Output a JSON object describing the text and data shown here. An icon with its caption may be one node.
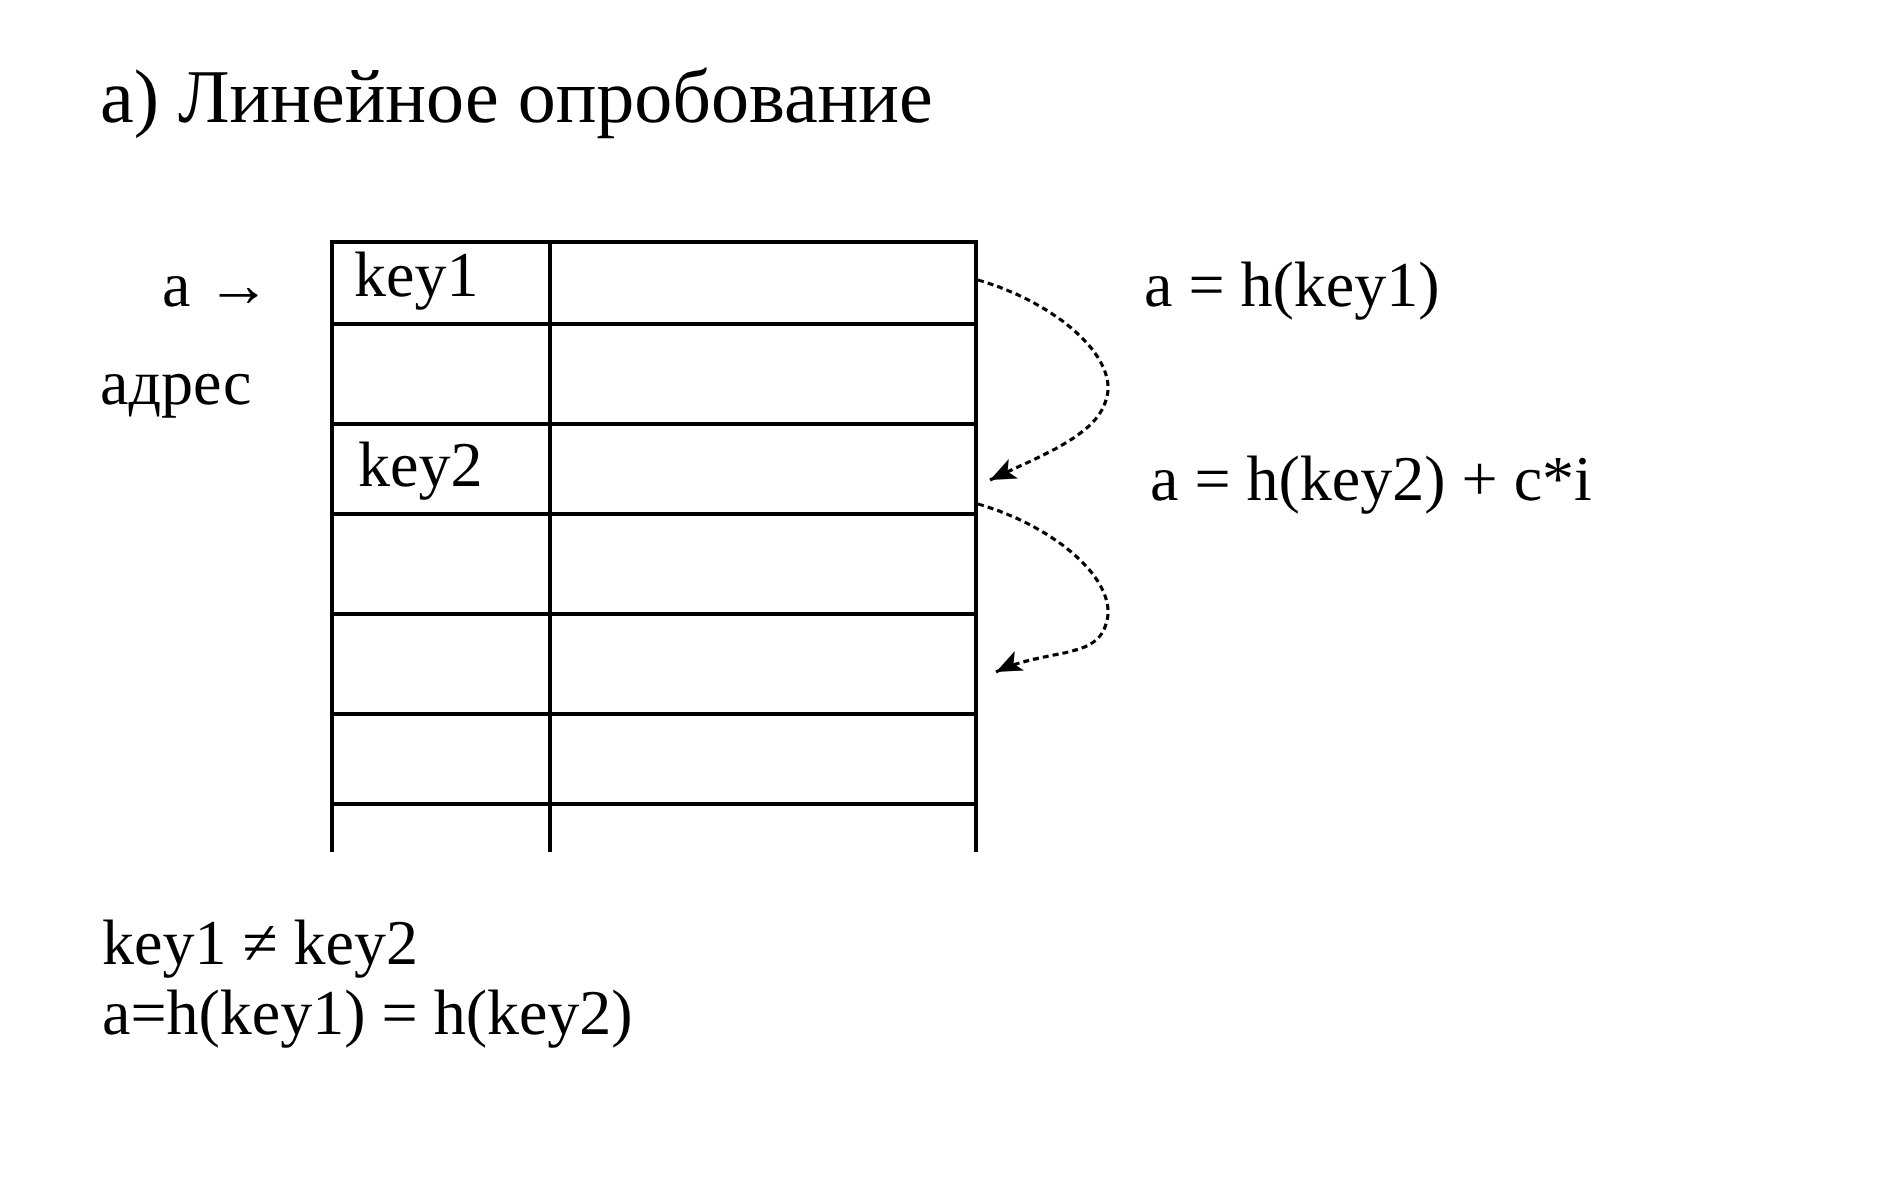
{
  "diagram": {
    "title": "а) Линейное опробование",
    "nodes": [
      {
        "text": [
          "key1"
        ]
      },
      {
        "text": [],
        "shape": "box"
      },
      {
        "text": [
          "key2"
        ]
      },
      {
        "text": [],
        "shape": "box"
      },
      {
        "text": [],
        "shape": "box"
      },
      {
        "text": [],
        "shape": "box"
      },
      {
        "text": [],
        "shape": "box"
      }
    ],
    "edges": [
      {
        "from": 0,
        "to": 2,
        "arrow": "to",
        "style": "dashed"
      },
      {
        "from": 2,
        "to": 4,
        "arrow": "to",
        "style": "dashed"
      }
    ],
    "labels": [
      "a →",
      "адрес",
      "a = h(key1)",
      "a = h(key2) + c*i",
      "key1 ≠ key2",
      "a=h(key1) = h(key2)"
    ]
  }
}
